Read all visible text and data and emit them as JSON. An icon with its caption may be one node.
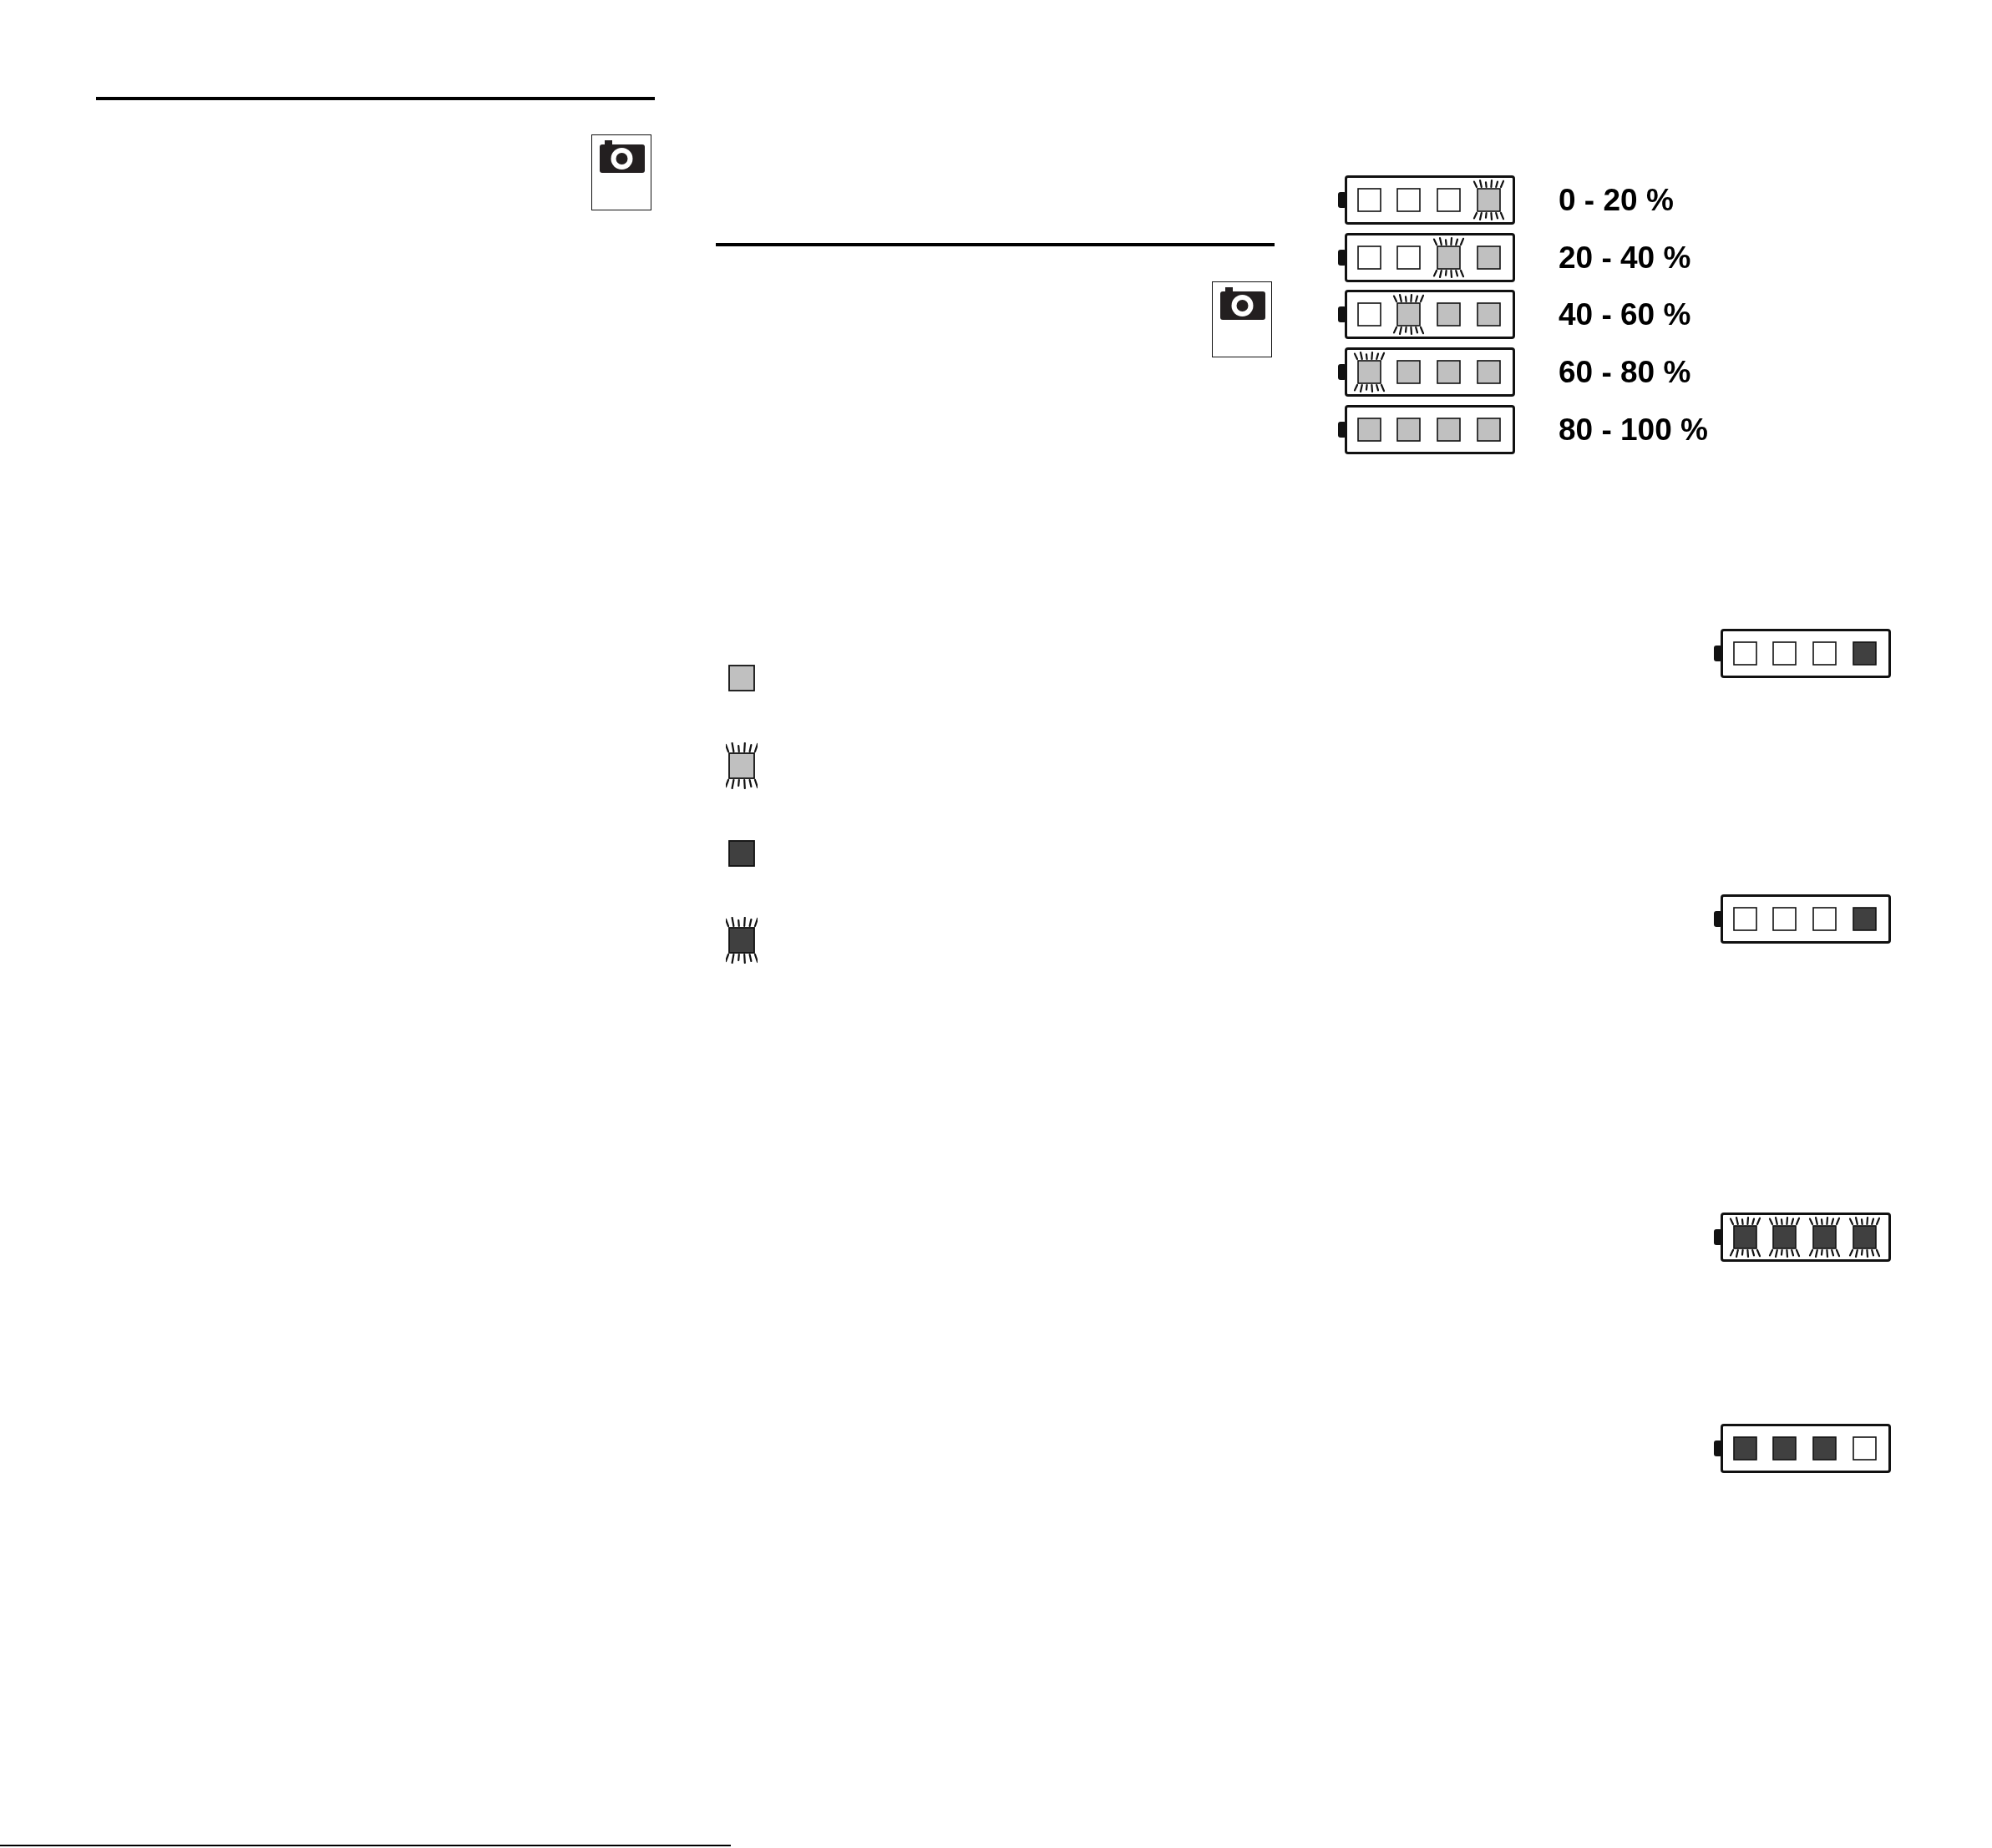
{
  "diagram": {
    "labels": [
      "0 - 20 %",
      "20 - 40 %",
      "40 - 60 %",
      "60 - 80 %",
      "80 - 100 %"
    ]
  }
}
